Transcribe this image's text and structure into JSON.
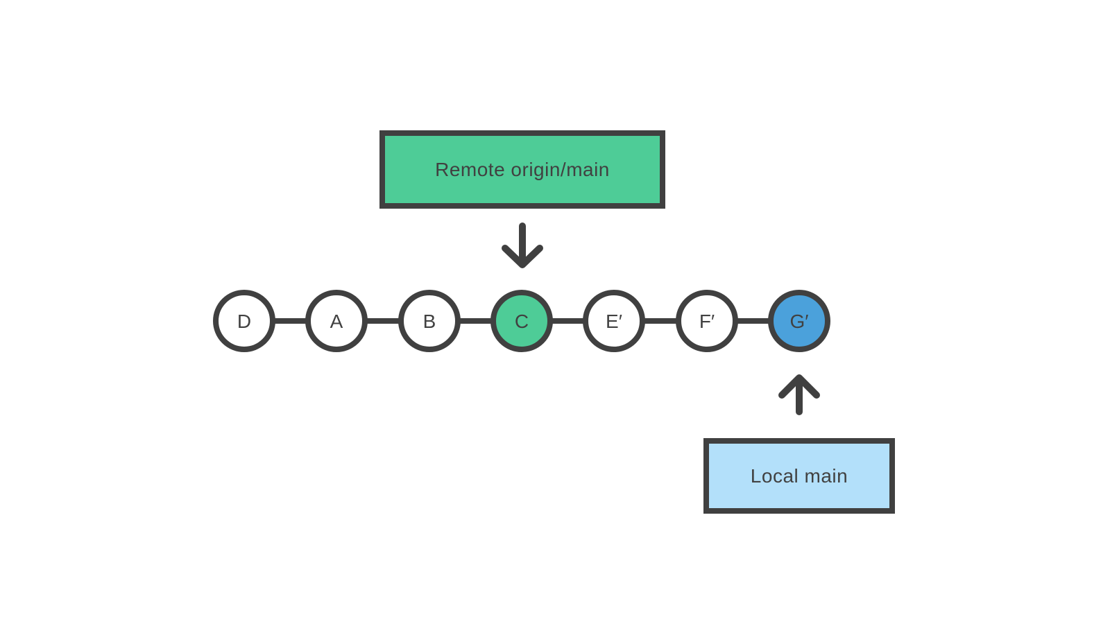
{
  "canvas": {
    "background": "#ffffff",
    "stroke_color": "#404040",
    "text_color": "#414141"
  },
  "remote_branch_box": {
    "label": "Remote origin/main",
    "fill": "#4ECC97"
  },
  "local_branch_box": {
    "label": "Local main",
    "fill": "#B3E0FA"
  },
  "commits": [
    {
      "label": "D",
      "fill": "#ffffff"
    },
    {
      "label": "A",
      "fill": "#ffffff"
    },
    {
      "label": "B",
      "fill": "#ffffff"
    },
    {
      "label": "C",
      "fill": "#4ECC97"
    },
    {
      "label": "E′",
      "fill": "#ffffff"
    },
    {
      "label": "F′",
      "fill": "#ffffff"
    },
    {
      "label": "G′",
      "fill": "#4BA1DB"
    }
  ],
  "icons": {
    "arrow_down": "arrow-down-icon",
    "arrow_up": "arrow-up-icon"
  }
}
